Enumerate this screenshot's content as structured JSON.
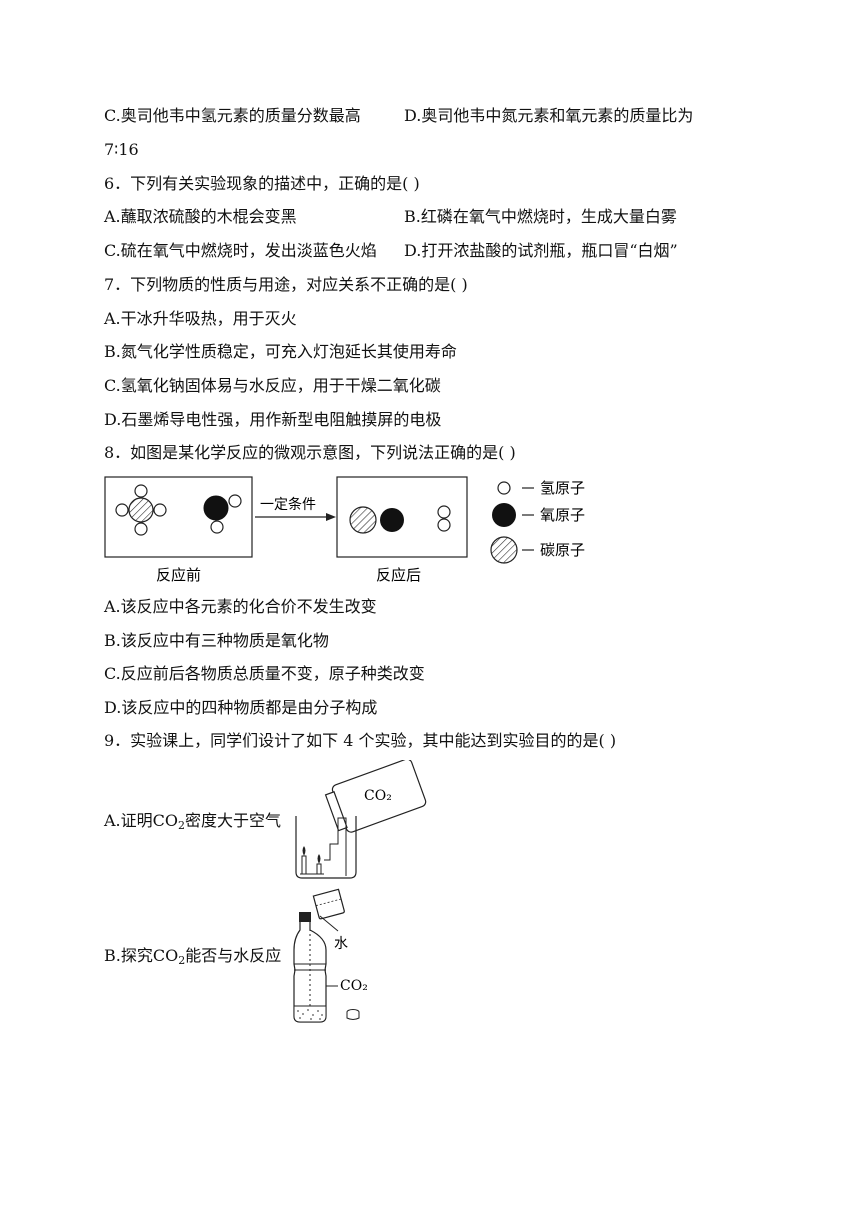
{
  "q5_tail": {
    "optC": "C.奥司他韦中氢元素的质量分数最高",
    "optD": "D.奥司他韦中氮元素和氧元素的质量比为",
    "optD_cont": "7∶16"
  },
  "q6": {
    "stem": "6．下列有关实验现象的描述中，正确的是(   )",
    "A": "A.蘸取浓硫酸的木棍会变黑",
    "B": "B.红磷在氧气中燃烧时，生成大量白雾",
    "C": "C.硫在氧气中燃烧时，发出淡蓝色火焰",
    "D": "D.打开浓盐酸的试剂瓶，瓶口冒“白烟”"
  },
  "q7": {
    "stem": "7．下列物质的性质与用途，对应关系不正确的是(   )",
    "A": "A.干冰升华吸热，用于灭火",
    "B": "B.氮气化学性质稳定，可充入灯泡延长其使用寿命",
    "C": "C.氢氧化钠固体易与水反应，用于干燥二氧化碳",
    "D": "D.石墨烯导电性强，用作新型电阻触摸屏的电极"
  },
  "q8": {
    "stem": "8．如图是某化学反应的微观示意图，下列说法正确的是(   )",
    "figure": {
      "before_label": "反应前",
      "after_label": "反应后",
      "arrow_label": "一定条件",
      "legend_h": "氢原子",
      "legend_o": "氧原子",
      "legend_c": "碳原子"
    },
    "A": "A.该反应中各元素的化合价不发生改变",
    "B": "B.该反应中有三种物质是氧化物",
    "C": "C.反应前后各物质总质量不变，原子种类改变",
    "D": "D.该反应中的四种物质都是由分子构成"
  },
  "q9": {
    "stem": "9．实验课上，同学们设计了如下 4 个实验，其中能达到实验目的的是(   )",
    "A_pre": "A.证明",
    "A_chem": "CO",
    "A_sub": "2",
    "A_post": "密度大于空气",
    "A_fig_label": "CO₂",
    "B_pre": "B.探究",
    "B_chem": "CO",
    "B_sub": "2",
    "B_post": "能否与水反应",
    "B_fig_water": "水",
    "B_fig_co2": "CO₂"
  }
}
